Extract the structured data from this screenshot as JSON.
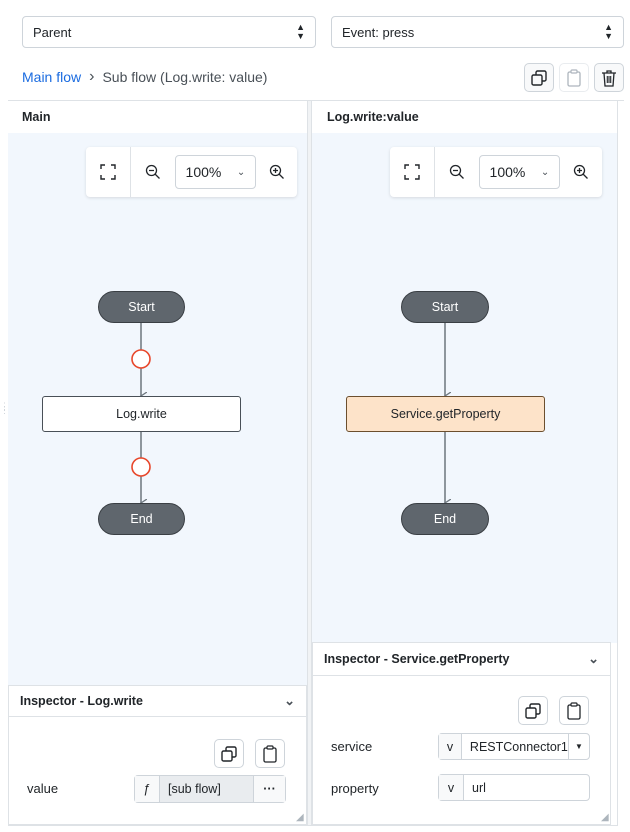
{
  "header": {
    "parent_select": "Parent",
    "event_select": "Event: press"
  },
  "breadcrumb": {
    "main": "Main flow",
    "separator": "›",
    "current": "Sub flow (Log.write: value)"
  },
  "panes": [
    {
      "title": "Main",
      "zoom": "100%",
      "nodes": {
        "start": "Start",
        "task": "Log.write",
        "end": "End"
      },
      "inspector": {
        "title": "Inspector - Log.write",
        "fields": [
          {
            "label": "value",
            "type_tag": "ƒ",
            "value": "[sub flow]",
            "more": "···"
          }
        ]
      }
    },
    {
      "title": "Log.write:value",
      "zoom": "100%",
      "nodes": {
        "start": "Start",
        "task": "Service.getProperty",
        "end": "End"
      },
      "inspector": {
        "title": "Inspector - Service.getProperty",
        "fields": [
          {
            "label": "service",
            "type_tag": "v",
            "value": "RESTConnector1"
          },
          {
            "label": "property",
            "type_tag": "v",
            "value": "url"
          }
        ]
      }
    }
  ],
  "colors": {
    "link": "#1a6be0",
    "canvas": "#f2f7fd",
    "terminal_node": "#5f666d",
    "selected_node": "#fde3c9",
    "connector_ring": "#e8472b"
  }
}
